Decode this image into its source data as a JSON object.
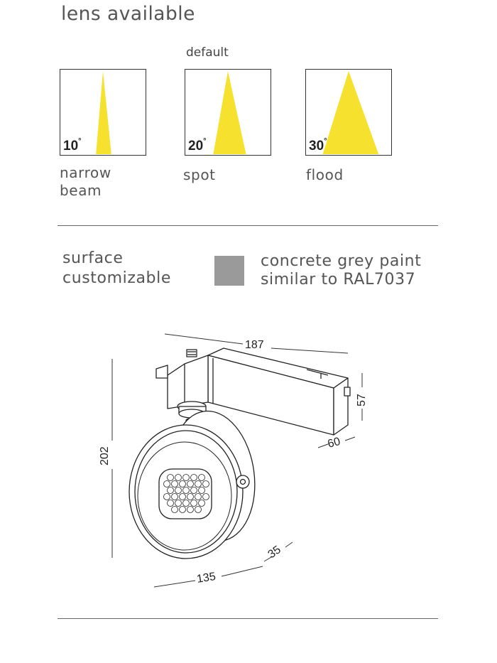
{
  "header": {
    "title": "lens available",
    "default_label": "default"
  },
  "lenses": [
    {
      "angle": "10",
      "degree_symbol": "°",
      "name_line1": "narrow",
      "name_line2": "beam"
    },
    {
      "angle": "20",
      "degree_symbol": "°",
      "name_line1": "spot",
      "name_line2": ""
    },
    {
      "angle": "30",
      "degree_symbol": "°",
      "name_line1": "flood",
      "name_line2": ""
    }
  ],
  "surface": {
    "label_line1": "surface",
    "label_line2": "customizable",
    "paint_line1": "concrete grey paint",
    "paint_line2": "similar to RAL7037",
    "swatch_color": "#9a9a9a"
  },
  "beam_color": "#f7e12f",
  "dimensions": {
    "length": "187",
    "height_rail": "57",
    "width_rail": "60",
    "total_height": "202",
    "head_diameter": "135",
    "head_depth": "35"
  }
}
